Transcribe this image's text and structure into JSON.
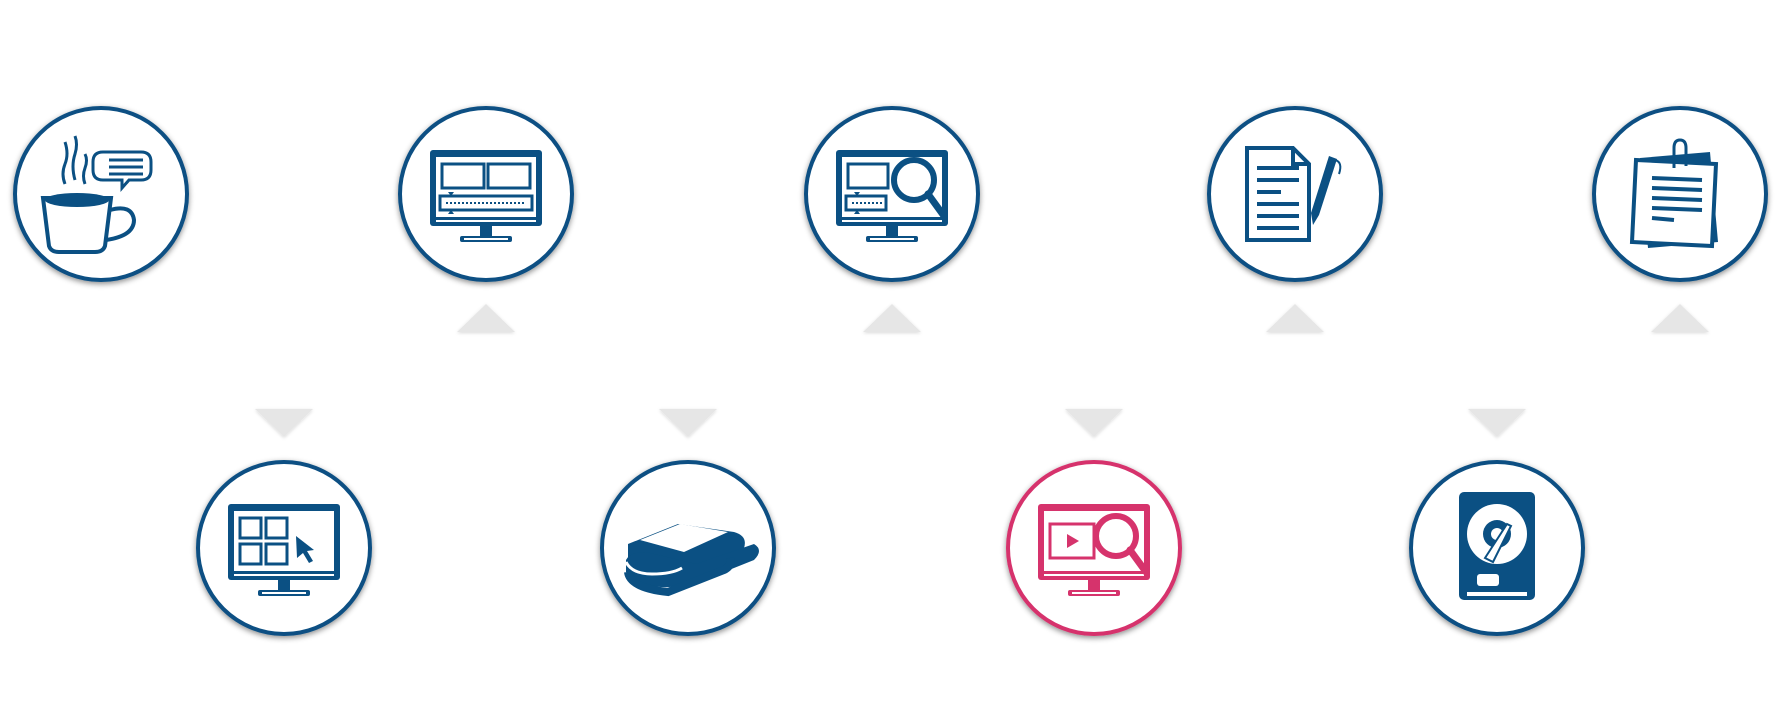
{
  "colors": {
    "primary": "#0b5083",
    "highlight": "#d6336c",
    "arrow": "#e6e6e6",
    "background": "#ffffff"
  },
  "steps": [
    {
      "icon": "coffee-chat-icon",
      "row": "top",
      "highlighted": false
    },
    {
      "icon": "monitor-apps-icon",
      "row": "bottom",
      "highlighted": false
    },
    {
      "icon": "monitor-timeline-icon",
      "row": "top",
      "highlighted": false
    },
    {
      "icon": "sandwich-icon",
      "row": "bottom",
      "highlighted": false
    },
    {
      "icon": "monitor-timeline-search-icon",
      "row": "top",
      "highlighted": false
    },
    {
      "icon": "monitor-video-search-icon",
      "row": "bottom",
      "highlighted": true
    },
    {
      "icon": "document-pen-icon",
      "row": "top",
      "highlighted": false
    },
    {
      "icon": "hard-drive-icon",
      "row": "bottom",
      "highlighted": false
    },
    {
      "icon": "clipped-papers-icon",
      "row": "top",
      "highlighted": false
    }
  ]
}
